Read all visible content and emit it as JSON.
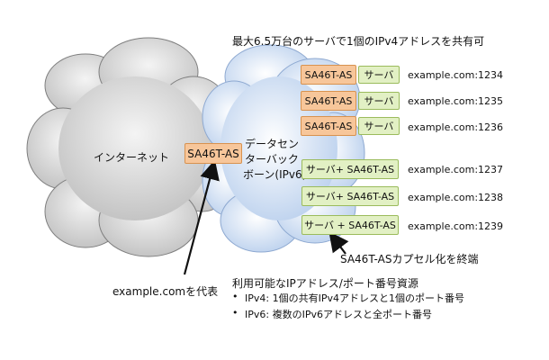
{
  "title": "最大6.5万台のサーバで1個のIPv4アドレスを共有可",
  "internet_label": "インターネット",
  "backbone_label": [
    "データセン",
    "ターバック",
    "ボーン(IPv6)"
  ],
  "border_node": "SA46T-AS",
  "rows": [
    {
      "sa46t": "SA46T-AS",
      "server": "サーバ",
      "address": "example.com:1234"
    },
    {
      "sa46t": "SA46T-AS",
      "server": "サーバ",
      "address": "example.com:1235"
    },
    {
      "sa46t": "SA46T-AS",
      "server": "サーバ",
      "address": "example.com:1236"
    },
    {
      "combined": "サーバ+ SA46T-AS",
      "address": "example.com:1237"
    },
    {
      "combined": "サーバ+ SA46T-AS",
      "address": "example.com:1238"
    },
    {
      "combined": "サーバ + SA46T-AS",
      "address": "example.com:1239"
    }
  ],
  "capsule_note": "SA46T-ASカプセル化を終端",
  "represent_note": "example.comを代表",
  "resources": {
    "heading": "利用可能なIPアドレス/ポート番号資源",
    "items": [
      "IPv4: 1個の共有IPv4アドレスと1個のポート番号",
      "IPv6: 複数のIPv6アドレスと全ポート番号"
    ]
  },
  "colors": {
    "sa46t_fill": "#f7c69a",
    "server_fill": "#e2f0c4",
    "internet_cloud": "#d6d6d6",
    "backbone_cloud": "#c9dcf3"
  }
}
